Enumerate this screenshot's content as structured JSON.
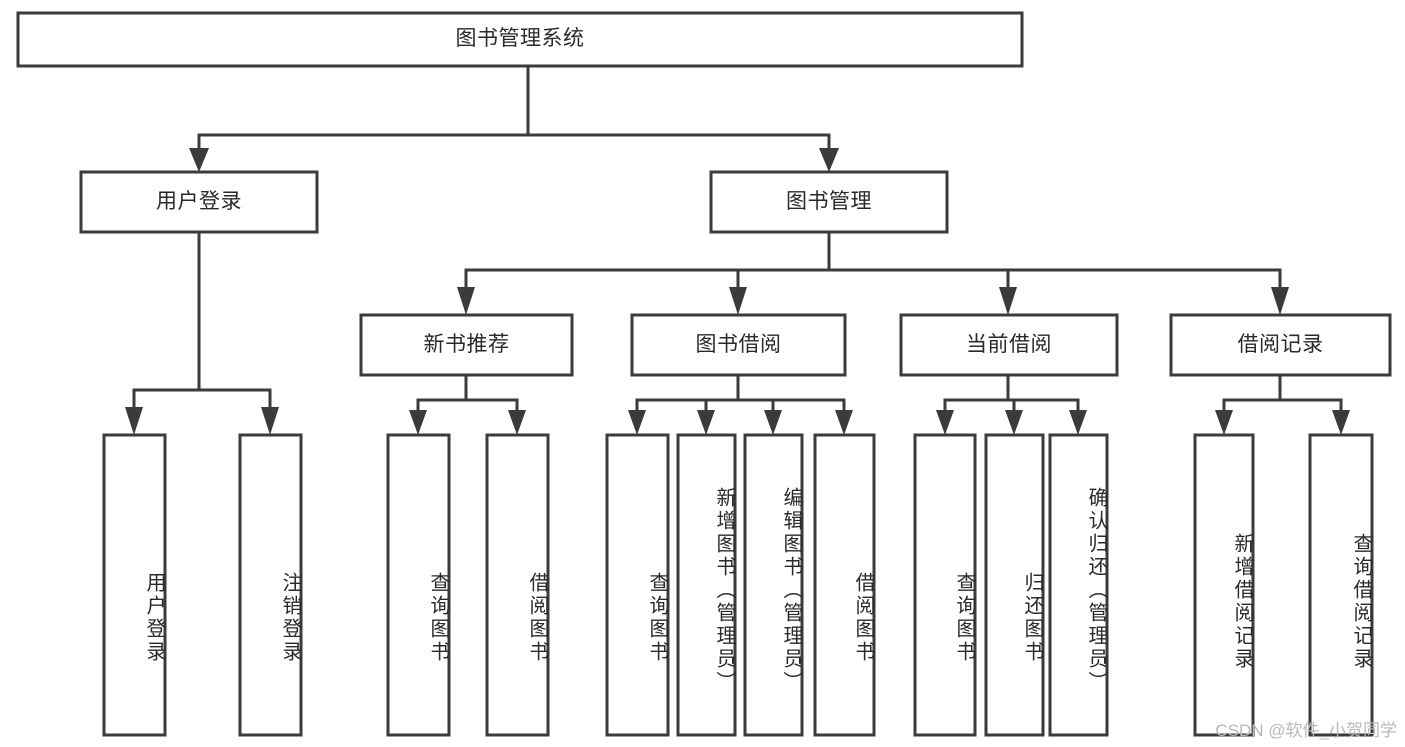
{
  "diagram": {
    "type": "tree-hierarchy",
    "title": "图书管理系统",
    "orientation": "top-down",
    "colors": {
      "box_stroke": "#3b3b3b",
      "box_fill": "#ffffff",
      "edge": "#3b3b3b",
      "label_text": "#2a2a2a",
      "watermark": "#b9b9b9",
      "background": "#ffffff"
    },
    "levels": {
      "root": {
        "label": "图书管理系统"
      },
      "level2": [
        {
          "label": "用户登录"
        },
        {
          "label": "图书管理"
        }
      ],
      "level3": [
        {
          "label": "新书推荐"
        },
        {
          "label": "图书借阅"
        },
        {
          "label": "当前借阅"
        },
        {
          "label": "借阅记录"
        }
      ],
      "leaves": [
        {
          "label": "用户登录",
          "parent": "用户登录"
        },
        {
          "label": "注销登录",
          "parent": "用户登录"
        },
        {
          "label": "查询图书",
          "parent": "新书推荐"
        },
        {
          "label": "借阅图书",
          "parent": "新书推荐"
        },
        {
          "label": "查询图书",
          "parent": "图书借阅"
        },
        {
          "label": "新增图书（管理员）",
          "parent": "图书借阅"
        },
        {
          "label": "编辑图书（管理员）",
          "parent": "图书借阅"
        },
        {
          "label": "借阅图书",
          "parent": "图书借阅"
        },
        {
          "label": "查询图书",
          "parent": "当前借阅"
        },
        {
          "label": "归还图书",
          "parent": "当前借阅"
        },
        {
          "label": "确认归还（管理员）",
          "parent": "当前借阅"
        },
        {
          "label": "新增借阅记录",
          "parent": "借阅记录"
        },
        {
          "label": "查询借阅记录",
          "parent": "借阅记录"
        }
      ]
    },
    "watermark": "CSDN @软件_小贺同学"
  }
}
